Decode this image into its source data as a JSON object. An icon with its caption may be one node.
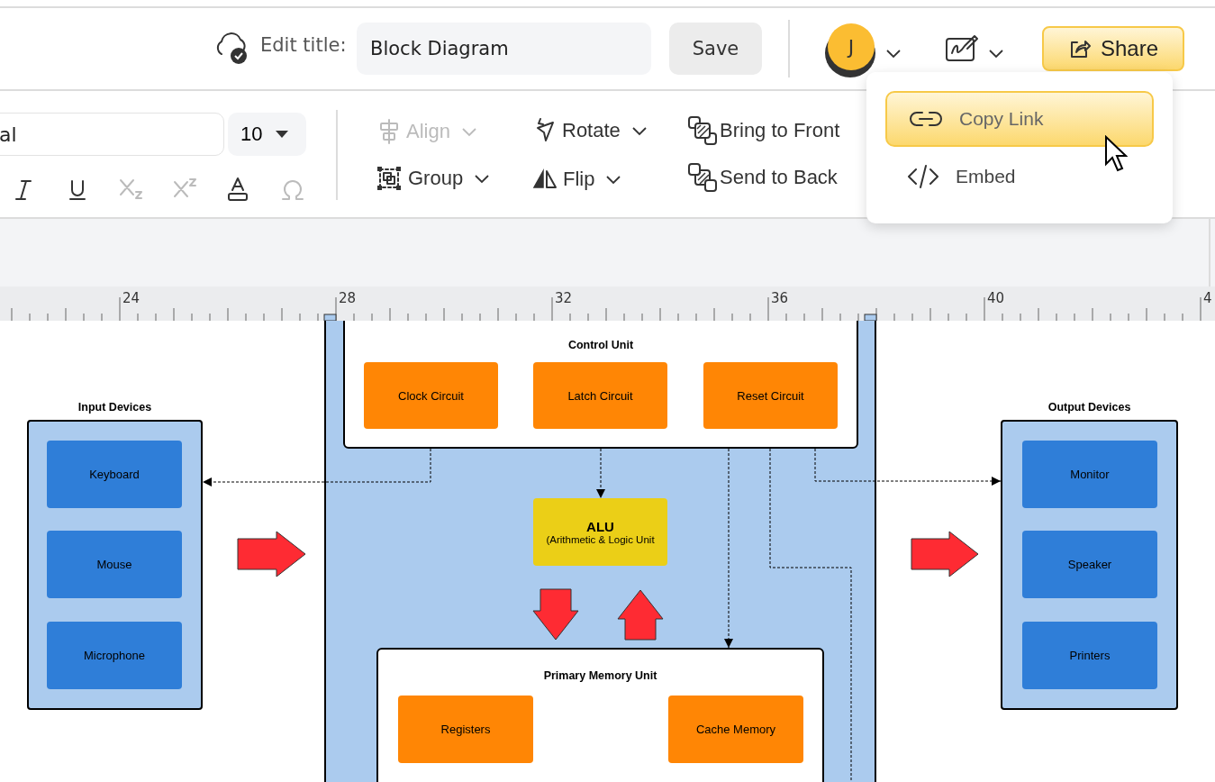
{
  "diagram": {
    "nodes": [
      {
        "text": [],
        "shape": "box"
      },
      {
        "text": [
          "Control Unit"
        ],
        "in": 0
      },
      {
        "text": [
          "Clock Circuit"
        ],
        "in": 1
      },
      {
        "text": [
          "Latch Circuit"
        ],
        "in": 1
      },
      {
        "text": [
          "Reset Circuit"
        ],
        "in": 1
      },
      {
        "text": [
          "Input Devices"
        ]
      },
      {
        "text": [
          "Keyboard"
        ],
        "in": 5
      },
      {
        "text": [
          "Mouse"
        ],
        "in": 5
      },
      {
        "text": [
          "Microphone"
        ],
        "in": 5
      },
      {
        "text": [
          "Output Devices"
        ]
      },
      {
        "text": [
          "Monitor"
        ],
        "in": 9
      },
      {
        "text": [
          "Speaker"
        ],
        "in": 9
      },
      {
        "text": [
          "Printers"
        ],
        "in": 9
      },
      {
        "text": [
          "ALU",
          "(Arithmetic & Logic Unit"
        ],
        "in": 0
      },
      {
        "text": [
          "Primary Memory Unit"
        ],
        "in": 0
      },
      {
        "text": [
          "Registers"
        ],
        "in": 14
      },
      {
        "text": [
          "Cache Memory"
        ],
        "in": 14
      }
    ],
    "edges": [
      {
        "from": 1,
        "to": 5,
        "arrow": "to",
        "style": "dashed"
      },
      {
        "from": 1,
        "to": 13,
        "arrow": "to",
        "style": "dashed"
      },
      {
        "from": 1,
        "to": 14,
        "arrow": "to",
        "style": "dashed"
      },
      {
        "from": 1,
        "to": 9,
        "arrow": "to",
        "style": "dashed"
      },
      {
        "from": 1,
        "to": null,
        "arrow": "none",
        "style": "dashed"
      },
      {
        "from": 5,
        "to": 0,
        "arrow": "to",
        "style": "thick",
        "color": "#fe2b33"
      },
      {
        "from": 0,
        "to": 9,
        "arrow": "to",
        "style": "thick",
        "color": "#fe2b33"
      },
      {
        "from": 13,
        "to": 14,
        "arrow": "to",
        "style": "thick",
        "color": "#fe2b33"
      },
      {
        "from": 14,
        "to": 13,
        "arrow": "to",
        "style": "thick",
        "color": "#fe2b33"
      }
    ],
    "labels": [
      "Edit title:",
      "Block Diagram",
      "Save",
      "J",
      "Share",
      "Copy Link",
      "al",
      "10",
      "Align",
      "Rotate",
      "Bring to Front",
      "Group",
      "Flip",
      "Send to Back",
      "Embed",
      "24",
      "28",
      "32",
      "36",
      "40",
      "4"
    ]
  }
}
